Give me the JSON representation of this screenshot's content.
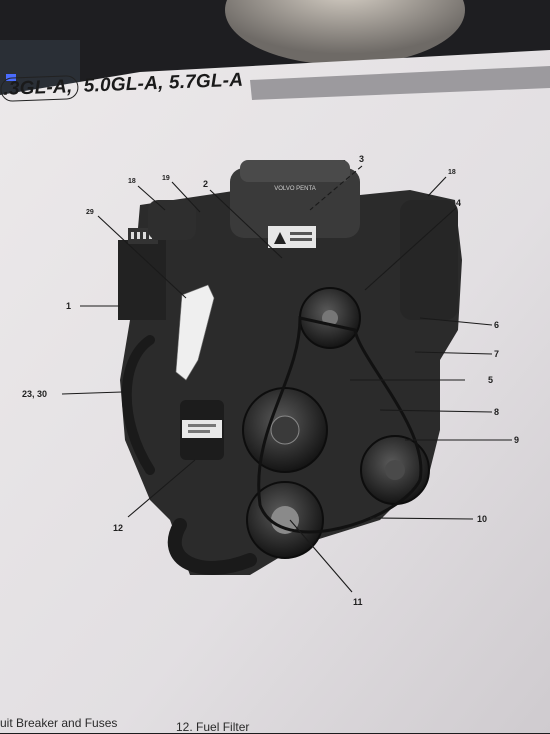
{
  "header": {
    "model_first": ".3GL-A,",
    "model_rest": " 5.0GL-A, 5.7GL-A"
  },
  "diagram": {
    "brand_text": "VOLVO PENTA",
    "callouts": [
      "1",
      "2",
      "3",
      "4",
      "5",
      "6",
      "7",
      "8",
      "9",
      "10",
      "11",
      "12",
      "18",
      "18",
      "19",
      "29",
      "23, 30"
    ]
  },
  "footer": {
    "left_text": "uit Breaker and Fuses",
    "right_text": "12. Fuel Filter"
  }
}
